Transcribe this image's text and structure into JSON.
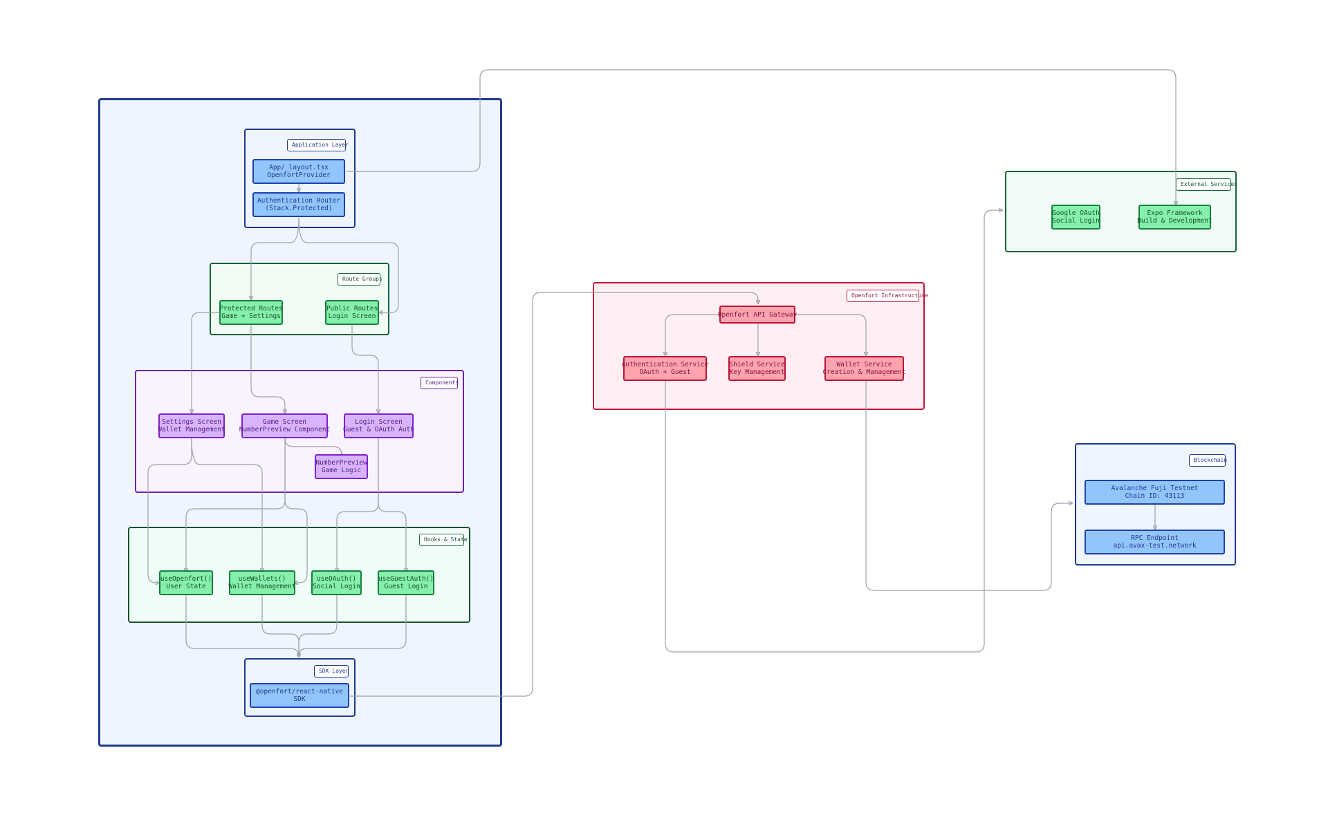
{
  "groups": {
    "application_layer": "Application  Layer",
    "route_groups": "Route Groups",
    "components": "Components",
    "hooks_state": "Hooks & State",
    "sdk_layer": "SDK Layer",
    "openfort_infrastructure": "Openfort Infrastructure",
    "external_services": "External Services",
    "blockchain": "Blockchain"
  },
  "nodes": {
    "app_layout": {
      "line1": "App/_layout.tsx",
      "line2": "OpenfortProvider"
    },
    "auth_router": {
      "line1": "Authentication Router",
      "line2": "(Stack.Protected)"
    },
    "protected_routes": {
      "line1": "Protected Routes",
      "line2": "Game + Settings"
    },
    "public_routes": {
      "line1": "Public Routes",
      "line2": "Login Screen"
    },
    "settings_screen": {
      "line1": "Settings Screen",
      "line2": "Wallet Management"
    },
    "game_screen": {
      "line1": "Game Screen",
      "line2": "NumberPreview Component"
    },
    "login_screen": {
      "line1": "Login Screen",
      "line2": "Guest & OAuth Auth"
    },
    "number_preview": {
      "line1": "NumberPreview",
      "line2": "Game Logic"
    },
    "use_openfort": {
      "line1": "useOpenfort()",
      "line2": "User State"
    },
    "use_wallets": {
      "line1": "useWallets()",
      "line2": "Wallet Management"
    },
    "use_oauth": {
      "line1": "useOAuth()",
      "line2": "Social Login"
    },
    "use_guest_auth": {
      "line1": "useGuestAuth()",
      "line2": "Guest Login"
    },
    "sdk": {
      "line1": "@openfort/react-native",
      "line2": "SDK"
    },
    "api_gateway": {
      "line1": "Openfort API Gateway"
    },
    "auth_service": {
      "line1": "Authentication Service",
      "line2": "OAuth + Guest"
    },
    "shield_service": {
      "line1": "Shield Service",
      "line2": "Key Management"
    },
    "wallet_service": {
      "line1": "Wallet Service",
      "line2": "Creation & Management"
    },
    "google_oauth": {
      "line1": "Google OAuth",
      "line2": "Social Login"
    },
    "expo": {
      "line1": "Expo Framework",
      "line2": "Build & Development"
    },
    "avalanche": {
      "line1": "Avalanche Fuji Testnet",
      "line2": "Chain ID: 43113"
    },
    "rpc": {
      "line1": "RPC Endpoint",
      "line2": "api.avax-test.network"
    }
  },
  "colors": {
    "edge": "#9aa1a9",
    "blue_node": "#93c5fd",
    "green_node": "#86efac",
    "purple_node": "#d8b4fe",
    "red_node": "#fda4af"
  }
}
